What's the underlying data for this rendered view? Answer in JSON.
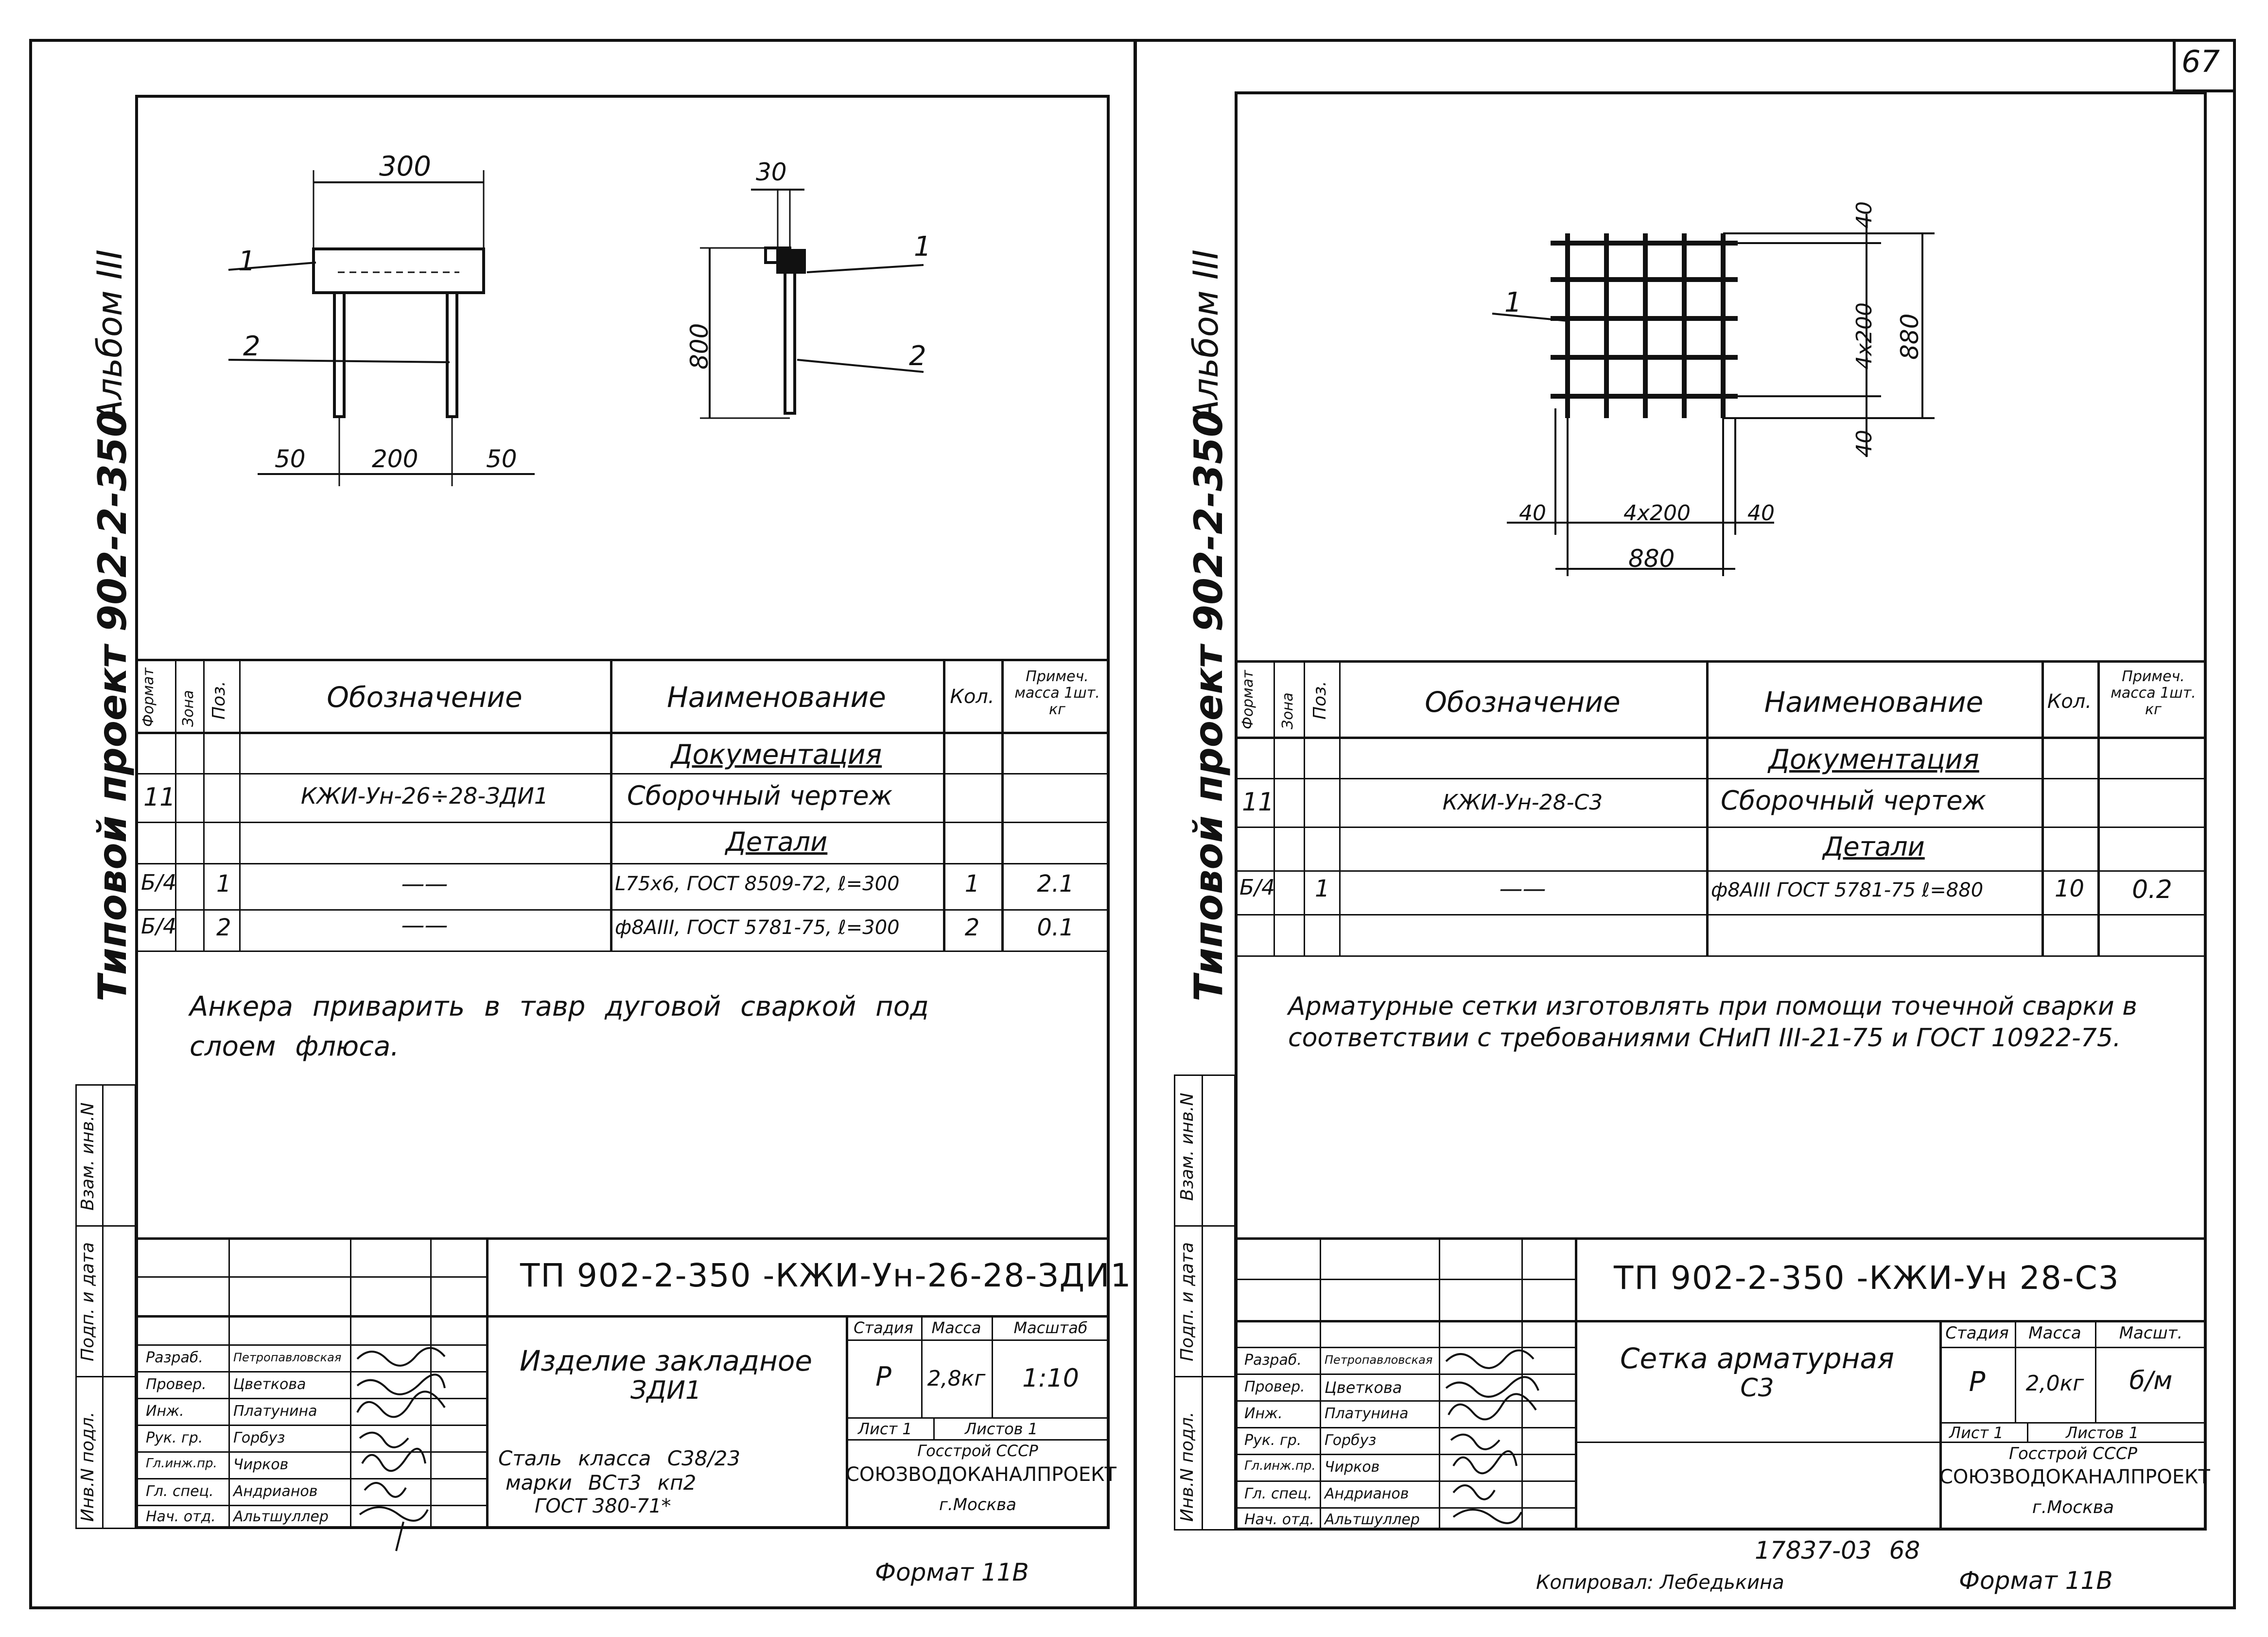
{
  "page_number": "67",
  "left": {
    "side_album": "Альбом III",
    "side_project": "Типовой проект 902-2-350",
    "side_stamps": [
      "Взам. инв.N",
      "Подп. и дата",
      "Инв.N подл."
    ],
    "drawing": {
      "dims": {
        "top": "300",
        "bottom_left": "50",
        "bottom_mid": "200",
        "bottom_right": "50",
        "side_top": "30",
        "side_height": "800"
      },
      "callouts": {
        "front_1": "1",
        "front_2": "2",
        "side_1": "1",
        "side_2": "2"
      }
    },
    "spec": {
      "headers": {
        "format": "Формат",
        "zone": "Зона",
        "pos": "Поз.",
        "designation": "Обозначение",
        "name": "Наименование",
        "qty": "Кол.",
        "note": "Примеч. масса 1шт. кг"
      },
      "section_docs": "Документация",
      "row_doc": {
        "format": "11",
        "designation": "КЖИ-Ун-26÷28-ЗДИ1",
        "name": "Сборочный чертеж"
      },
      "section_parts": "Детали",
      "rows": [
        {
          "format": "Б/4",
          "pos": "1",
          "designation": "——",
          "name": "L75x6, ГОСТ 8509-72, ℓ=300",
          "qty": "1",
          "note": "2.1"
        },
        {
          "format": "Б/4",
          "pos": "2",
          "designation": "——",
          "name": "ф8АIII, ГОСТ 5781-75, ℓ=300",
          "qty": "2",
          "note": "0.1"
        }
      ]
    },
    "note_text": "Анкера приварить в тавр дуговой сваркой под слоем флюса.",
    "title_block": {
      "code": "ТП 902-2-350 -КЖИ-Ун-26-28-ЗДИ1",
      "title1": "Изделие закладное",
      "title2": "ЗДИ1",
      "material1": "Сталь класса С38/23",
      "material2": "марки ВСт3 кп2",
      "material3": "ГОСТ 380-71*",
      "stage_label": "Стадия",
      "mass_label": "Масса",
      "scale_label": "Масштаб",
      "stage": "Р",
      "mass": "2,8кг",
      "scale": "1:10",
      "sheet": "Лист 1",
      "sheets": "Листов 1",
      "org1": "Госстрой СССР",
      "org2": "СОЮЗВОДОКАНАЛПРОЕКТ",
      "org3": "г.Москва",
      "people": [
        {
          "role": "Разраб.",
          "name": "Петропавловская"
        },
        {
          "role": "Провер.",
          "name": "Цветкова"
        },
        {
          "role": "Инж.",
          "name": "Платунина"
        },
        {
          "role": "Рук. гр.",
          "name": "Горбуз"
        },
        {
          "role": "Гл.инж.пр.",
          "name": "Чирков"
        },
        {
          "role": "Гл. спец.",
          "name": "Андрианов"
        },
        {
          "role": "Нач. отд.",
          "name": "Альтшуллер"
        }
      ]
    },
    "format": "Формат 11В"
  },
  "right": {
    "side_album": "Альбом III",
    "side_project": "Типовой проект 902-2-350",
    "side_stamps": [
      "Взам. инв.N",
      "Подп. и дата",
      "Инв.N подл."
    ],
    "drawing": {
      "dims": {
        "right_top": "40",
        "right_mid": "4x200",
        "right_total": "880",
        "right_bottom": "40",
        "bottom_left": "40",
        "bottom_mid": "4x200",
        "bottom_right": "40",
        "bottom_total": "880"
      },
      "callout": "1"
    },
    "spec": {
      "headers": {
        "format": "Формат",
        "zone": "Зона",
        "pos": "Поз.",
        "designation": "Обозначение",
        "name": "Наименование",
        "qty": "Кол.",
        "note": "Примеч. масса 1шт. кг"
      },
      "section_docs": "Документация",
      "row_doc": {
        "format": "11",
        "designation": "КЖИ-Ун-28-С3",
        "name": "Сборочный чертеж"
      },
      "section_parts": "Детали",
      "rows": [
        {
          "format": "Б/4",
          "pos": "1",
          "designation": "——",
          "name": "ф8АIII ГОСТ 5781-75 ℓ=880",
          "qty": "10",
          "note": "0.2"
        }
      ]
    },
    "note_line1": "Арматурные сетки изготовлять при помощи точечной сварки в",
    "note_line2": "соответствии с требованиями СНиП III-21-75 и ГОСТ 10922-75.",
    "title_block": {
      "code": "ТП 902-2-350 -КЖИ-Ун 28-С3",
      "title1": "Сетка арматурная",
      "title2": "С3",
      "stage_label": "Стадия",
      "mass_label": "Масса",
      "scale_label": "Масшт.",
      "stage": "Р",
      "mass": "2,0кг",
      "scale": "б/м",
      "sheet": "Лист 1",
      "sheets": "Листов 1",
      "org1": "Госстрой СССР",
      "org2": "СОЮЗВОДОКАНАЛПРОЕКТ",
      "org3": "г.Москва",
      "people": [
        {
          "role": "Разраб.",
          "name": "Петропавловская"
        },
        {
          "role": "Провер.",
          "name": "Цветкова"
        },
        {
          "role": "Инж.",
          "name": "Платунина"
        },
        {
          "role": "Рук. гр.",
          "name": "Горбуз"
        },
        {
          "role": "Гл.инж.пр.",
          "name": "Чирков"
        },
        {
          "role": "Гл. спец.",
          "name": "Андрианов"
        },
        {
          "role": "Нач. отд.",
          "name": "Альтшуллер"
        }
      ]
    },
    "archive_number": "17837-03 68",
    "copied_by": "Копировал: Лебедькина",
    "format": "Формат 11В"
  }
}
